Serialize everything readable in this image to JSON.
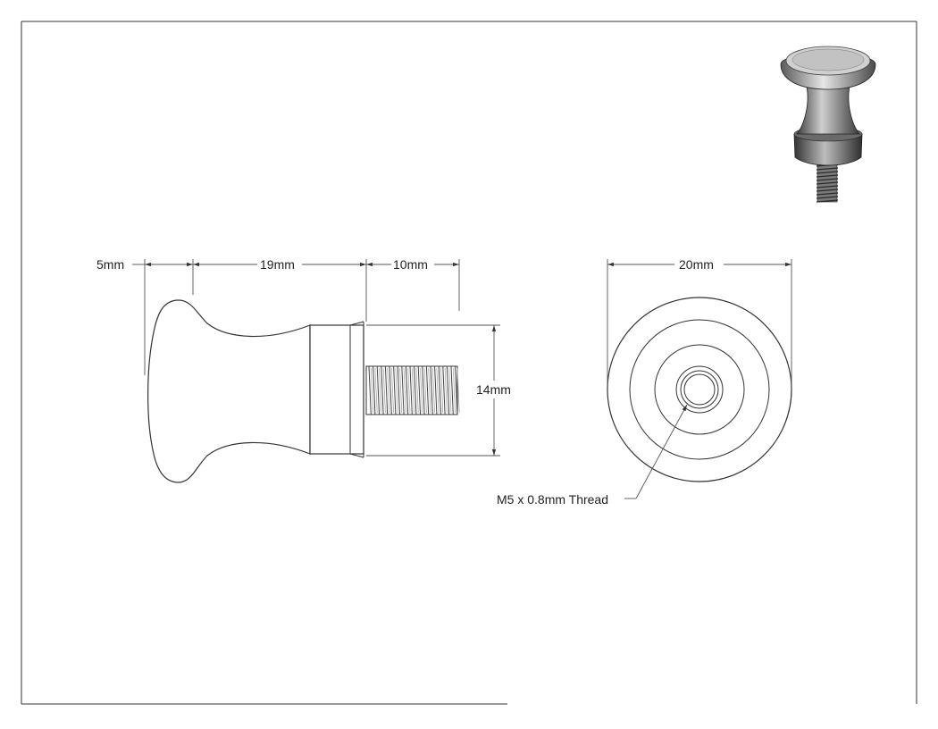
{
  "dimensions": {
    "knob_cap_length": "5mm",
    "knob_body_length": "19mm",
    "screw_length": "10mm",
    "collar_diameter": "14mm",
    "knob_diameter": "20mm"
  },
  "callouts": {
    "thread": "M5 x 0.8mm Thread"
  },
  "icons": {
    "render": "cabinet-knob-3d-render-icon"
  },
  "colors": {
    "line": "#333333",
    "render_light": "#d8d8d8",
    "render_dark": "#3a3a3a"
  }
}
